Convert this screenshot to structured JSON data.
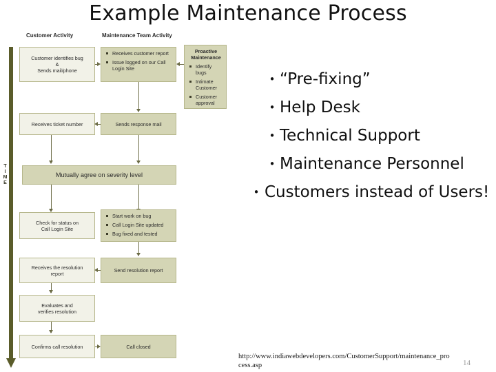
{
  "slide": {
    "title": "Example Maintenance Process",
    "page_number": "14",
    "source_url": "http://www.indiawebdevelopers.com/CustomerSupport/maintenance_process.asp"
  },
  "diagram": {
    "time_axis_label": "TIME",
    "time_axis_letters": [
      "T",
      "I",
      "M",
      "E"
    ],
    "column_headers": {
      "customer": "Customer Activity",
      "team": "Maintenance Team Activity"
    },
    "colors": {
      "box_dark_fill": "#d4d5b5",
      "box_light_fill": "#f2f2e8",
      "box_border": "#b5b68a",
      "connector": "#6b6b45",
      "time_axis": "#5a5c2a"
    },
    "nodes": {
      "customer_identifies": "Customer identifies bug\n&\nSends mail/phone",
      "customer_identifies_l1": "Customer identifies bug",
      "customer_identifies_l2": "&",
      "customer_identifies_l3": "Sends mail/phone",
      "receives_report_items": [
        "Receives customer report",
        "Issue logged on our Call Login Site"
      ],
      "proactive_title_l1": "Proactive",
      "proactive_title_l2": "Maintenance",
      "proactive_items": [
        "Identify bugs",
        "Intimate Customer",
        "Customer approval"
      ],
      "receives_ticket": "Receives ticket number",
      "sends_response_mail": "Sends response mail",
      "mutually_agree": "Mutually agree on severity level",
      "check_status_l1": "Check for status on",
      "check_status_l2": "Call Login Site",
      "work_items": [
        "Start work on bug",
        "Call Login Site updated",
        "Bug fixed and tested"
      ],
      "receives_resolution_l1": "Receives the resolution",
      "receives_resolution_l2": "report",
      "send_resolution_report": "Send resolution report",
      "evaluates_l1": "Evaluates and",
      "evaluates_l2": "verifies resolution",
      "confirms_call_resolution": "Confirms call resolution",
      "call_closed": "Call closed"
    }
  },
  "bullets": [
    {
      "text": "“Pre-fixing”",
      "marker": "•"
    },
    {
      "text": "Help Desk",
      "marker": "•"
    },
    {
      "text": "Technical Support",
      "marker": "•"
    },
    {
      "text": "Maintenance Personnel",
      "marker": "•"
    },
    {
      "text": "Customers instead of Users!",
      "marker": "•"
    }
  ]
}
